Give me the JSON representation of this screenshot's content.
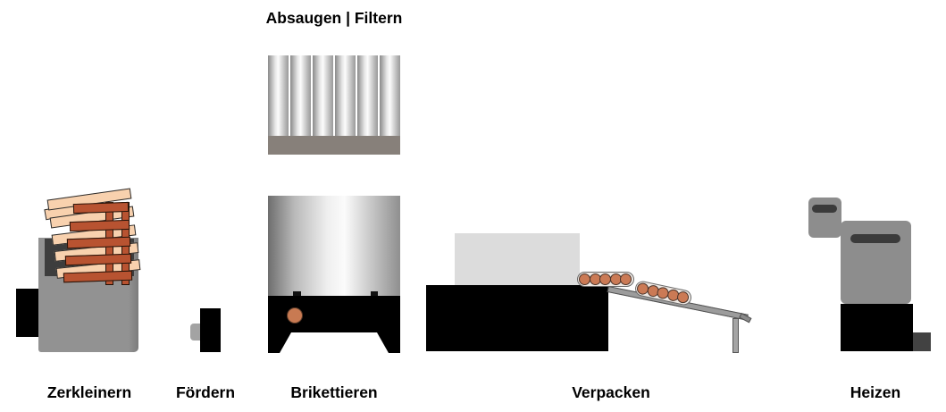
{
  "title": "Absaugen | Filtern",
  "stations": [
    {
      "id": "zerkleinern",
      "label": "Zerkleinern"
    },
    {
      "id": "foerdern",
      "label": "Fördern"
    },
    {
      "id": "brikettieren",
      "label": "Brikettieren"
    },
    {
      "id": "verpacken",
      "label": "Verpacken"
    },
    {
      "id": "heizen",
      "label": "Heizen"
    }
  ],
  "colors": {
    "background": "#ffffff",
    "label_text": "#000000",
    "machine_gray": "#8f8f8f",
    "machine_dark_hopper": "#3d3d3d",
    "machine_black": "#000000",
    "wood_plank_light": "#f8d1ae",
    "wood_plank_red": "#b85331",
    "briquette_orange": "#cb7a55",
    "filter_base_gray": "#87807a",
    "pack_box_light_gray": "#dcdcdc",
    "stove_slot_dark": "#3b3b3b"
  }
}
